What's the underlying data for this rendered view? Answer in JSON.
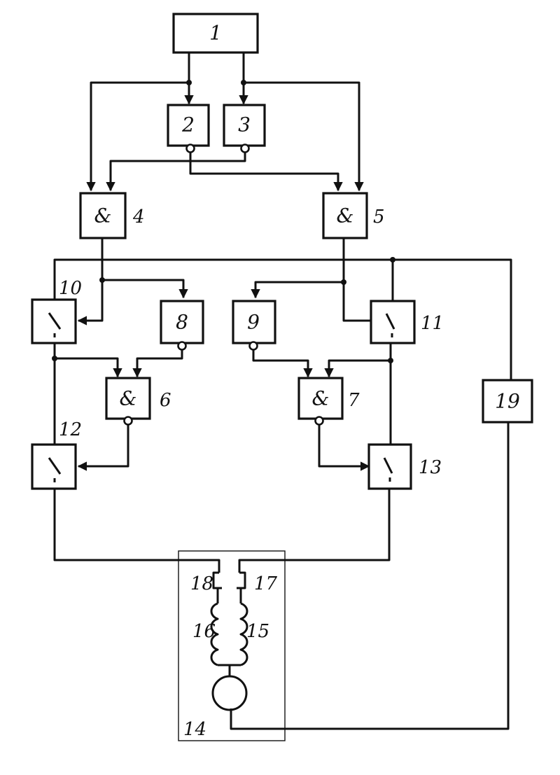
{
  "blocks": {
    "b1": "1",
    "b2": "2",
    "b3": "3",
    "b4": "&",
    "b5": "&",
    "b6": "&",
    "b7": "&",
    "b8": "8",
    "b9": "9",
    "b19": "19"
  },
  "labels": {
    "l4": "4",
    "l5": "5",
    "l6": "6",
    "l7": "7",
    "l10": "10",
    "l11": "11",
    "l12": "12",
    "l13": "13",
    "l14": "14",
    "l15": "15",
    "l16": "16",
    "l17": "17",
    "l18": "18"
  }
}
